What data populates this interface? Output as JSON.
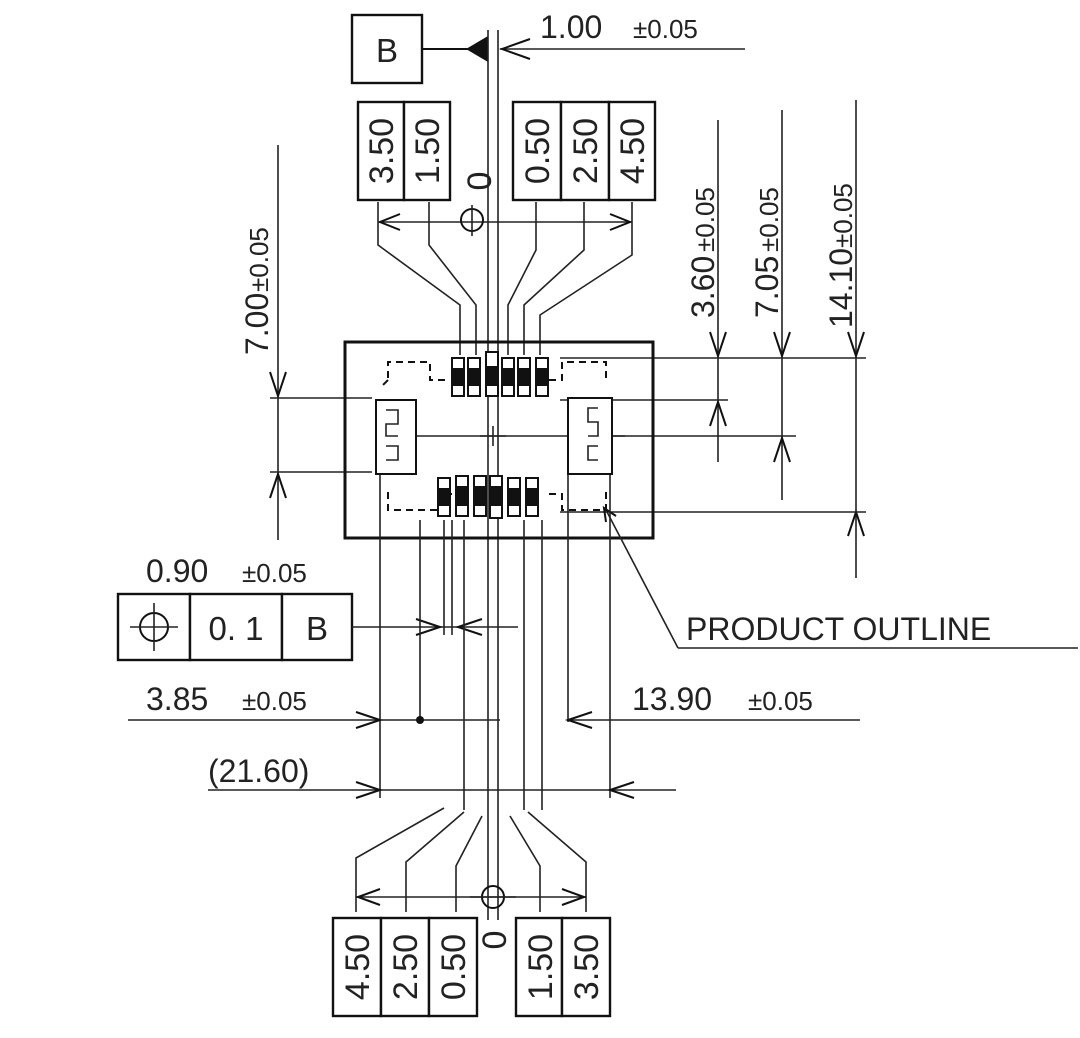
{
  "datum": {
    "label": "B"
  },
  "dims": {
    "pitch": {
      "value": "1.00",
      "tol": "±0.05"
    },
    "row_height": {
      "value": "7.00",
      "tol": "±0.05"
    },
    "right_3_60": {
      "value": "3.60",
      "tol": "±0.05"
    },
    "right_7_05": {
      "value": "7.05",
      "tol": "±0.05"
    },
    "right_14_10": {
      "value": "14.10",
      "tol": "±0.05"
    },
    "pad_width": {
      "value": "0.90",
      "tol": "±0.05"
    },
    "left_offset": {
      "value": "3.85",
      "tol": "±0.05"
    },
    "right_offset": {
      "value": "13.90",
      "tol": "±0.05"
    },
    "overall": {
      "value": "(21.60)"
    }
  },
  "top_row": {
    "left": [
      "3.50",
      "1.50"
    ],
    "zero": "0",
    "right": [
      "0.50",
      "2.50",
      "4.50"
    ]
  },
  "bottom_row": {
    "left": [
      "4.50",
      "2.50",
      "0.50"
    ],
    "zero": "0",
    "right": [
      "1.50",
      "3.50"
    ]
  },
  "tolerance_frame": {
    "symbol": "position-icon",
    "value": "0. 1",
    "datum": "B"
  },
  "callout": {
    "label": "PRODUCT OUTLINE"
  }
}
